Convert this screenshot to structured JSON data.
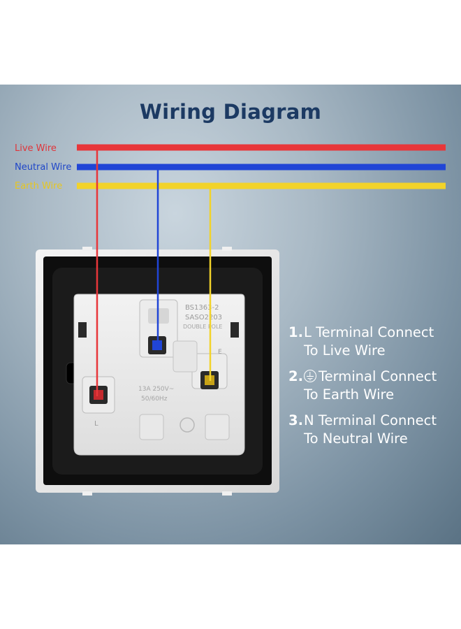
{
  "diagram": {
    "title": "Wiring Diagram",
    "wires": {
      "live": {
        "label": "Live Wire",
        "color": "#e8363a"
      },
      "neutral": {
        "label": "Neutral Wire",
        "color": "#2045d6"
      },
      "earth": {
        "label": "Earth Wire",
        "color": "#f2d32a"
      }
    },
    "socket_markings": {
      "standard": "BS1363-2",
      "approval": "SASO2203",
      "pole": "DOUBLE POLE",
      "rating": "13A 250V~",
      "frequency": "50/60Hz",
      "terminal_l": "L",
      "terminal_e": "E"
    },
    "steps": [
      {
        "number": "1.",
        "line1": "L Terminal Connect",
        "line2": "To Live Wire",
        "has_earth_icon": false
      },
      {
        "number": "2.",
        "line1": "Terminal Connect",
        "line2": "To Earth Wire",
        "has_earth_icon": true
      },
      {
        "number": "3.",
        "line1": "N Terminal Connect",
        "line2": "To Neutral Wire",
        "has_earth_icon": false
      }
    ]
  }
}
